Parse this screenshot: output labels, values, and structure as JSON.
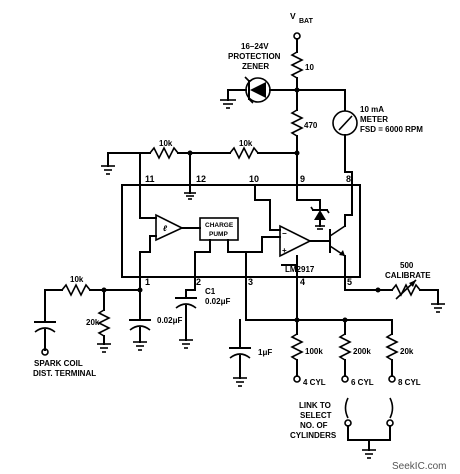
{
  "supply": {
    "label": "V",
    "subscript": "BAT"
  },
  "zener": {
    "line1": "16–24V",
    "line2": "PROTECTION",
    "line3": "ZENER"
  },
  "resistors": {
    "r_supply": "10",
    "r_470": "470",
    "r_10k_a": "10k",
    "r_10k_b": "10k",
    "r_10k_in": "10k",
    "r_20k": "20k",
    "r_100k": "100k",
    "r_200k": "200k",
    "r_20k_b": "20k"
  },
  "meter": {
    "line1": "10 mA",
    "line2": "METER",
    "line3": "FSD = 6000 RPM"
  },
  "capacitors": {
    "c_in": "0.02μF",
    "c1_name": "C1",
    "c1_value": "0.02μF",
    "c_1uf": "1μF"
  },
  "ic": {
    "part": "LM2917",
    "pump_line1": "CHARGE",
    "pump_line2": "PUMP",
    "pins": [
      "1",
      "2",
      "3",
      "4",
      "5",
      "8",
      "9",
      "10",
      "11",
      "12"
    ]
  },
  "calibrate": {
    "value": "500",
    "label": "CALIBRATE"
  },
  "input": {
    "line1": "SPARK COIL",
    "line2": "DIST. TERMINAL"
  },
  "cylinders": {
    "opt4": "4 CYL",
    "opt6": "6 CYL",
    "opt8": "8 CYL"
  },
  "link_note": {
    "line1": "LINK TO",
    "line2": "SELECT",
    "line3": "NO. OF",
    "line4": "CYLINDERS"
  },
  "watermark": "SeekIC.com"
}
